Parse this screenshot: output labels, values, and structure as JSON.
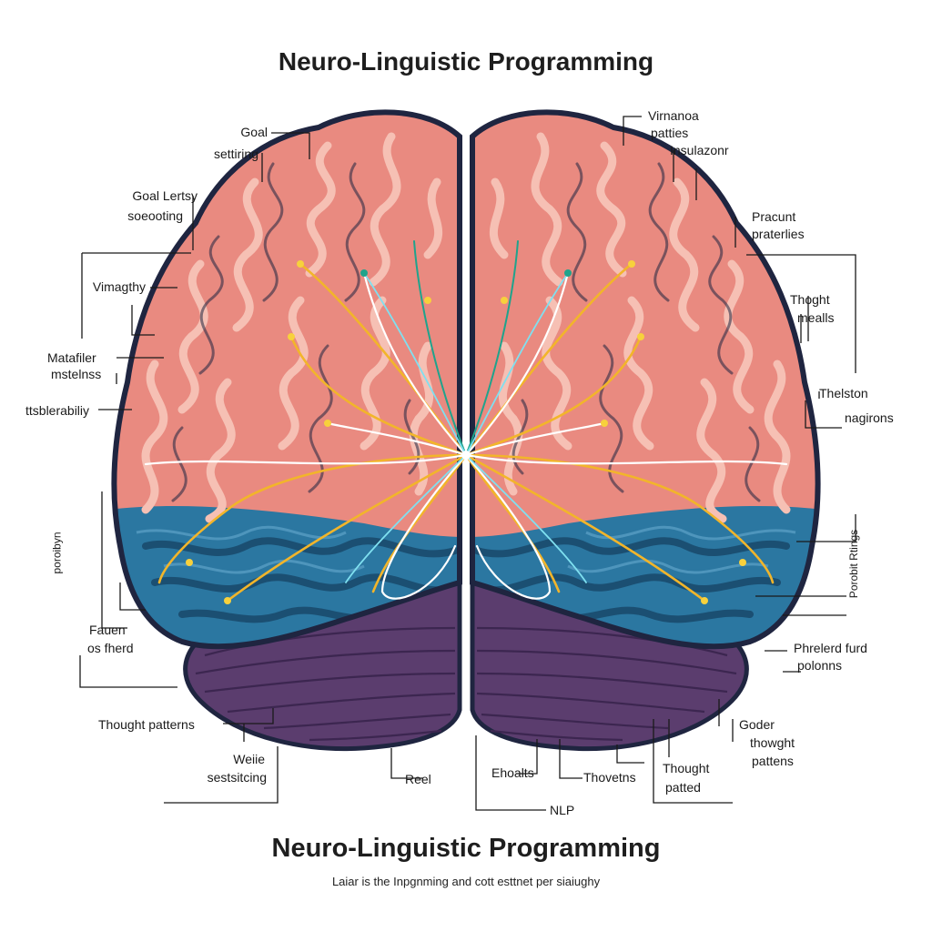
{
  "title_top": "Neuro-Linguistic Programming",
  "title_bottom": "Neuro-Linguistic Programming",
  "caption": "Laiar is the Inpgnming and cott esttnet per siaiughy",
  "labels": {
    "goal_setting": [
      "Goal",
      "settiring"
    ],
    "goal_lertsy": [
      "Goal Lertsy",
      "soeooting"
    ],
    "vimagthy": "Vimagthy",
    "matafiler": [
      "Matafiler",
      "mstelnss"
    ],
    "ttsblerably": "ttsblerabiliy",
    "poroibyn": "poroibyn",
    "fauen": [
      "Fauen",
      "os fherd"
    ],
    "thought_patterns_left": "Thought patterns",
    "weiie": [
      "Weiie",
      "sestsitcing"
    ],
    "reel": "Reel",
    "nlp": "NLP",
    "ehoalts": "Ehoalts",
    "thovetns": "Thovetns",
    "thought_patted": [
      "Thought",
      "patted"
    ],
    "goder": [
      "Goder",
      "thowght",
      "pattens"
    ],
    "phrelerd": [
      "Phrelerd furd",
      "polonns"
    ],
    "porobit": "Porobit Rtings",
    "thelston": [
      "Thelston",
      "nagirons"
    ],
    "thought_mealls": [
      "Thoght",
      "mealls"
    ],
    "pracunt": [
      "Pracunt",
      "praterlies"
    ],
    "insulazonr": "Insulazonr",
    "virnanoa": [
      "Virnanoa",
      "patties"
    ]
  },
  "colors": {
    "cortex": "#e98a80",
    "cortex_light": "#f6c0b4",
    "outline": "#1f2540",
    "temporal": "#2b77a1",
    "temporal_dark": "#1b4f72",
    "cerebellum": "#5b3d6e",
    "cerebellum_dark": "#3c2650",
    "fiber_gold": "#f2b52a",
    "fiber_white": "#ffffff",
    "fiber_teal": "#1fa38c",
    "fiber_cyan": "#7fe0f0"
  }
}
